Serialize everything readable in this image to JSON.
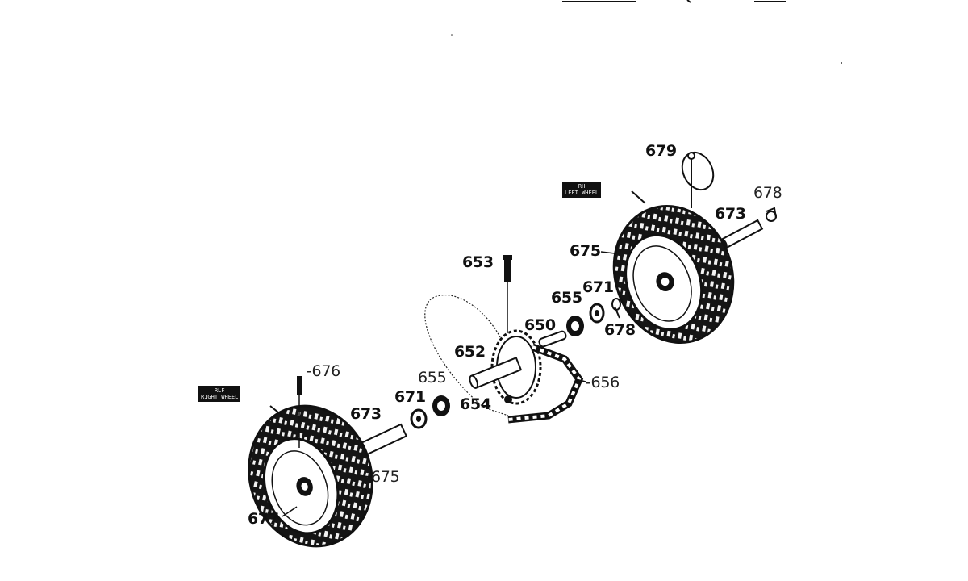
{
  "parts": {
    "p679": "679",
    "p678_top": "678",
    "p673_right": "673",
    "p675_right": "675",
    "p653": "653",
    "p655_right": "655",
    "p671_right": "671",
    "p678_mid": "678",
    "p650": "650",
    "p652": "652",
    "p656": "-656",
    "p655_left": "655",
    "p671_left": "671",
    "p654": "654",
    "p676": "-676",
    "p673_left": "673",
    "p675_left": "675",
    "p677": "677"
  },
  "tags": {
    "left_line1": "RLF",
    "left_line2": "RIGHT WHEEL",
    "right_line1": "RH",
    "right_line2": "LEFT WHEEL"
  },
  "colors": {
    "ink": "#111111",
    "background": "#ffffff"
  }
}
